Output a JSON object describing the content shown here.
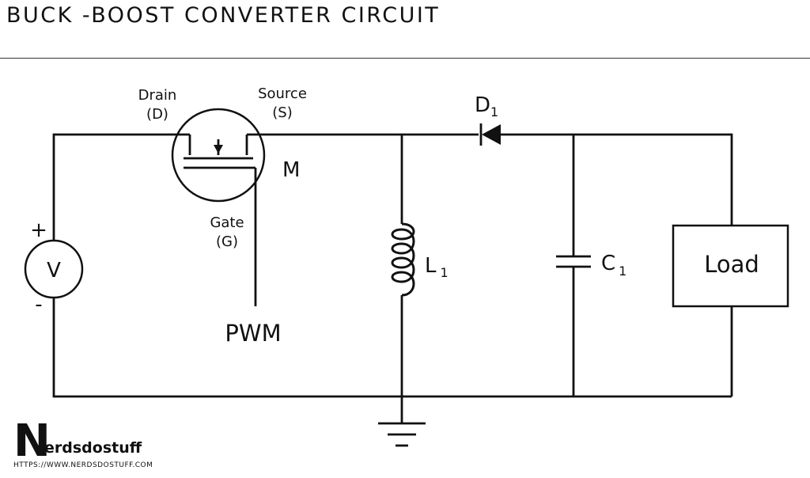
{
  "header": {
    "title": "BUCK -BOOST CONVERTER CIRCUIT"
  },
  "diagram": {
    "mosfet": {
      "drain": {
        "name": "Drain",
        "abbr": "(D)"
      },
      "source": {
        "name": "Source",
        "abbr": "(S)"
      },
      "gate": {
        "name": "Gate",
        "abbr": "(G)"
      },
      "designator": "M",
      "gate_signal": "PWM"
    },
    "source_voltage": {
      "symbol": "V",
      "plus": "+",
      "minus": "-"
    },
    "diode": {
      "letter": "D",
      "subscript": "1"
    },
    "inductor": {
      "letter": "L",
      "subscript": "1"
    },
    "capacitor": {
      "letter": "C",
      "subscript": "1"
    },
    "load": {
      "label": "Load"
    }
  },
  "branding": {
    "logo_letter": "N",
    "logo_text": "erdsdostuff",
    "url": "HTTPS://WWW.NERDSDOSTUFF.COM",
    "logo_color": "#1f6fd1"
  }
}
